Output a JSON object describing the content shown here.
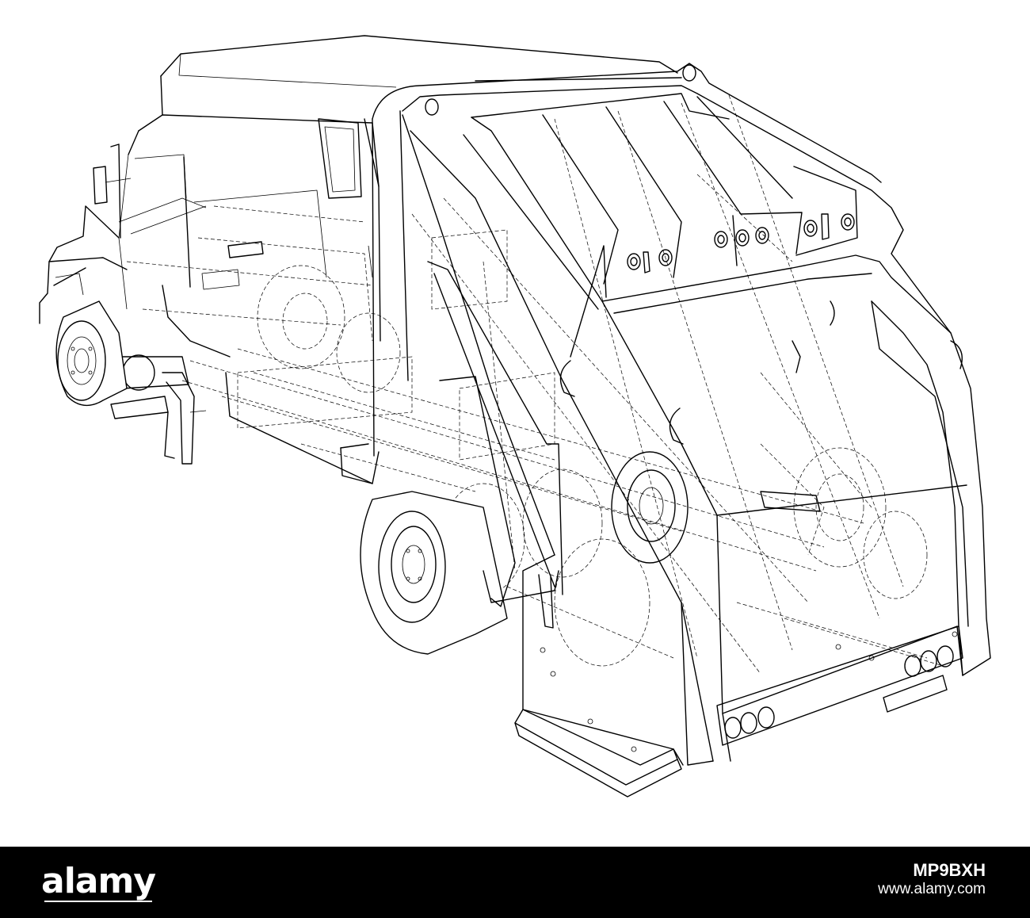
{
  "colors": {
    "background": "#ffffff",
    "line": "#000000",
    "footer_bg": "#000000",
    "footer_text": "#ffffff"
  },
  "drawing": {
    "subject": "garbage truck wireframe",
    "style": "black line drawing, visible lines solid, hidden lines dashed"
  },
  "watermark": {
    "logo": "alamy",
    "image_id": "MP9BXH",
    "website": "www.alamy.com"
  }
}
